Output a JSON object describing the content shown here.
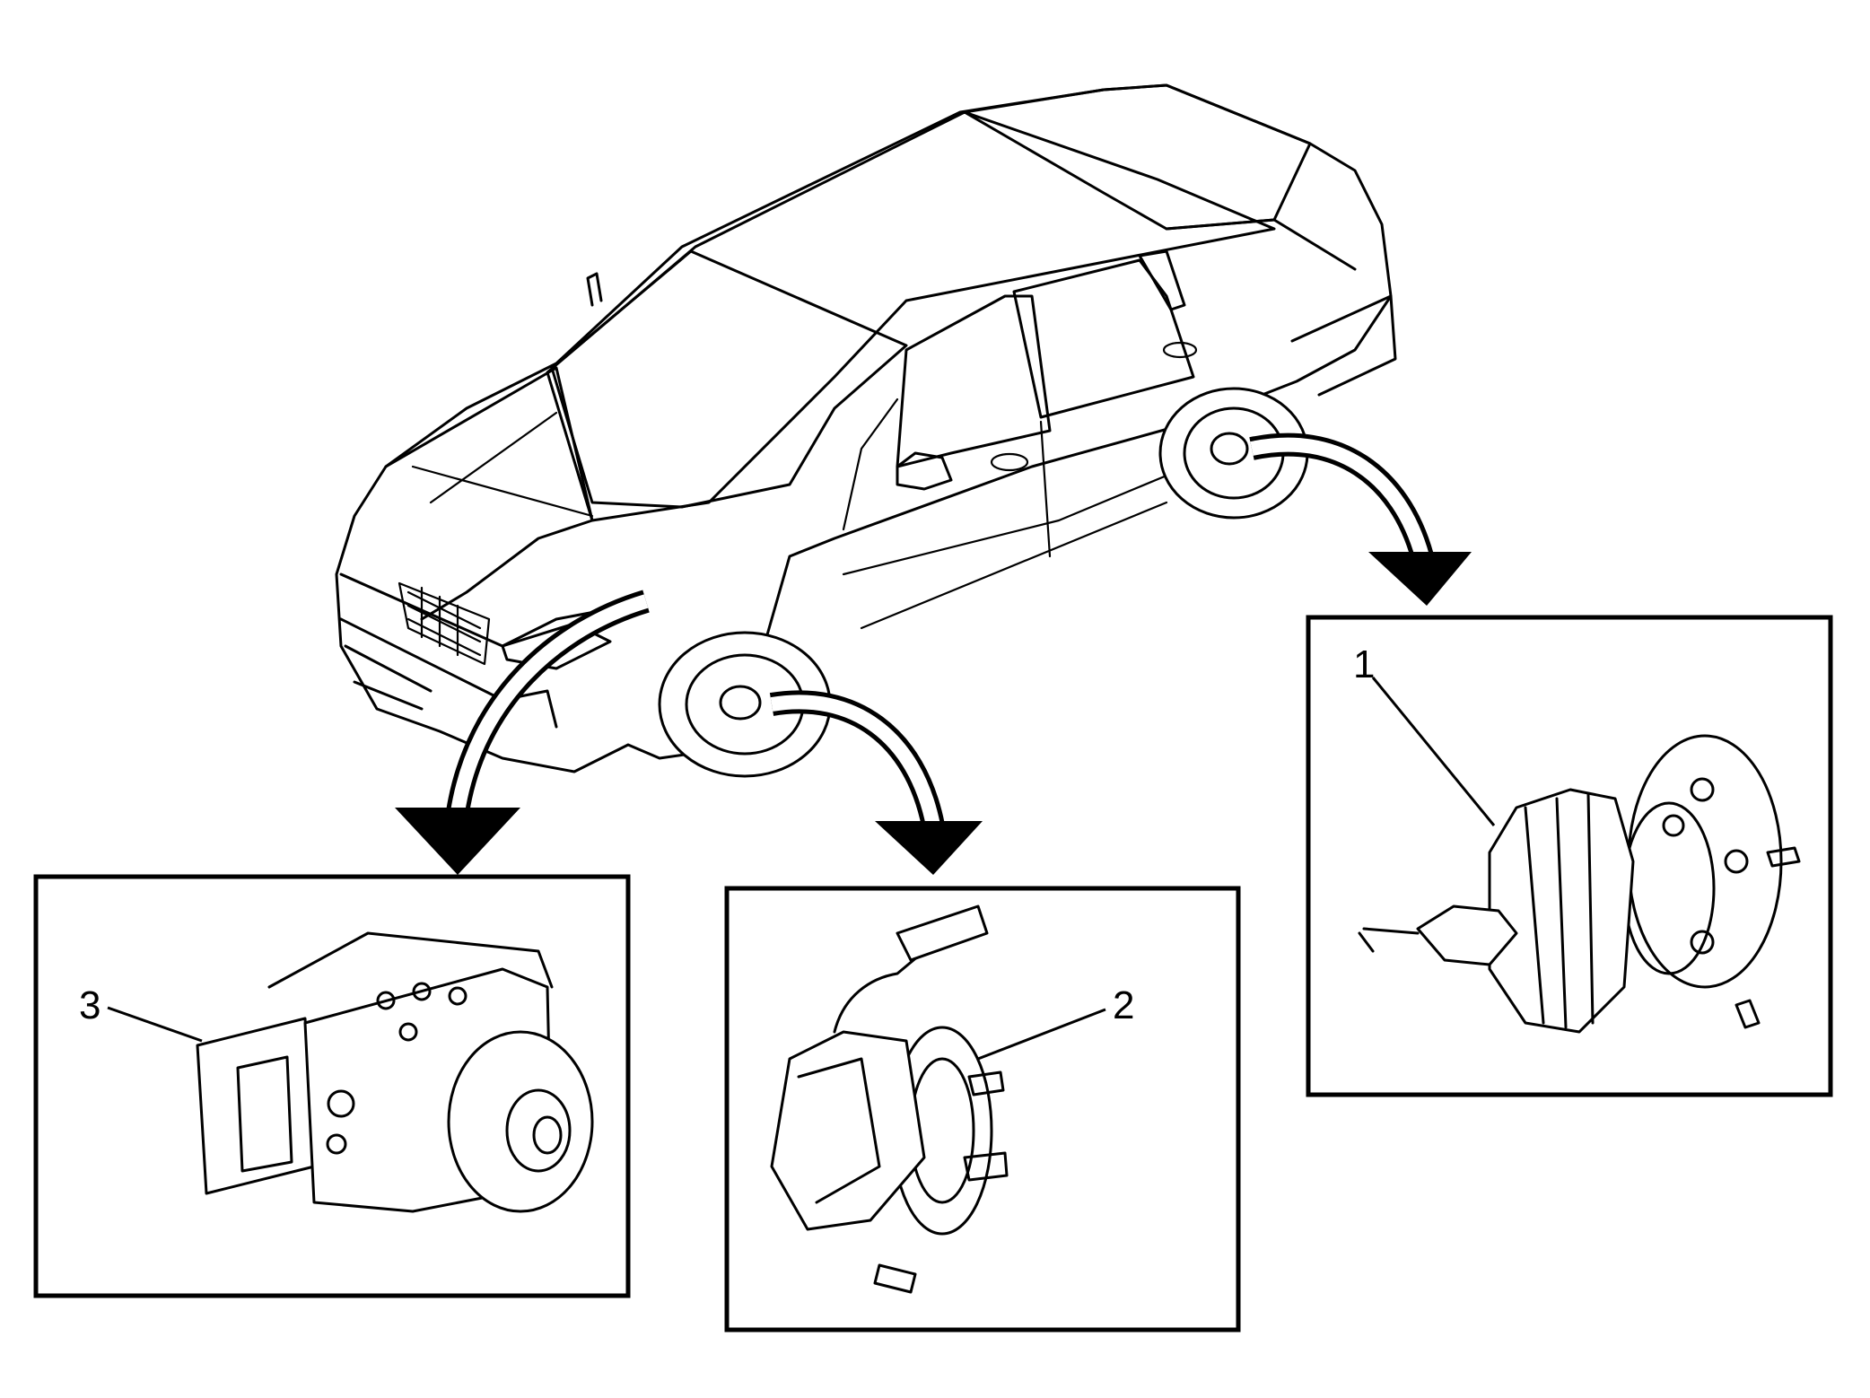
{
  "callouts": [
    {
      "id": "1",
      "label": "1"
    },
    {
      "id": "2",
      "label": "2"
    },
    {
      "id": "3",
      "label": "3"
    }
  ],
  "icons": {
    "vehicle": "sedan-line-drawing",
    "rear_hub": "rear-wheel-hub-bearing-with-speed-sensor",
    "front_hub": "front-wheel-hub-bearing-with-speed-sensor",
    "abs_module": "abs-modulator-control-module"
  },
  "colors": {
    "ink": "#000000",
    "background": "#ffffff"
  }
}
